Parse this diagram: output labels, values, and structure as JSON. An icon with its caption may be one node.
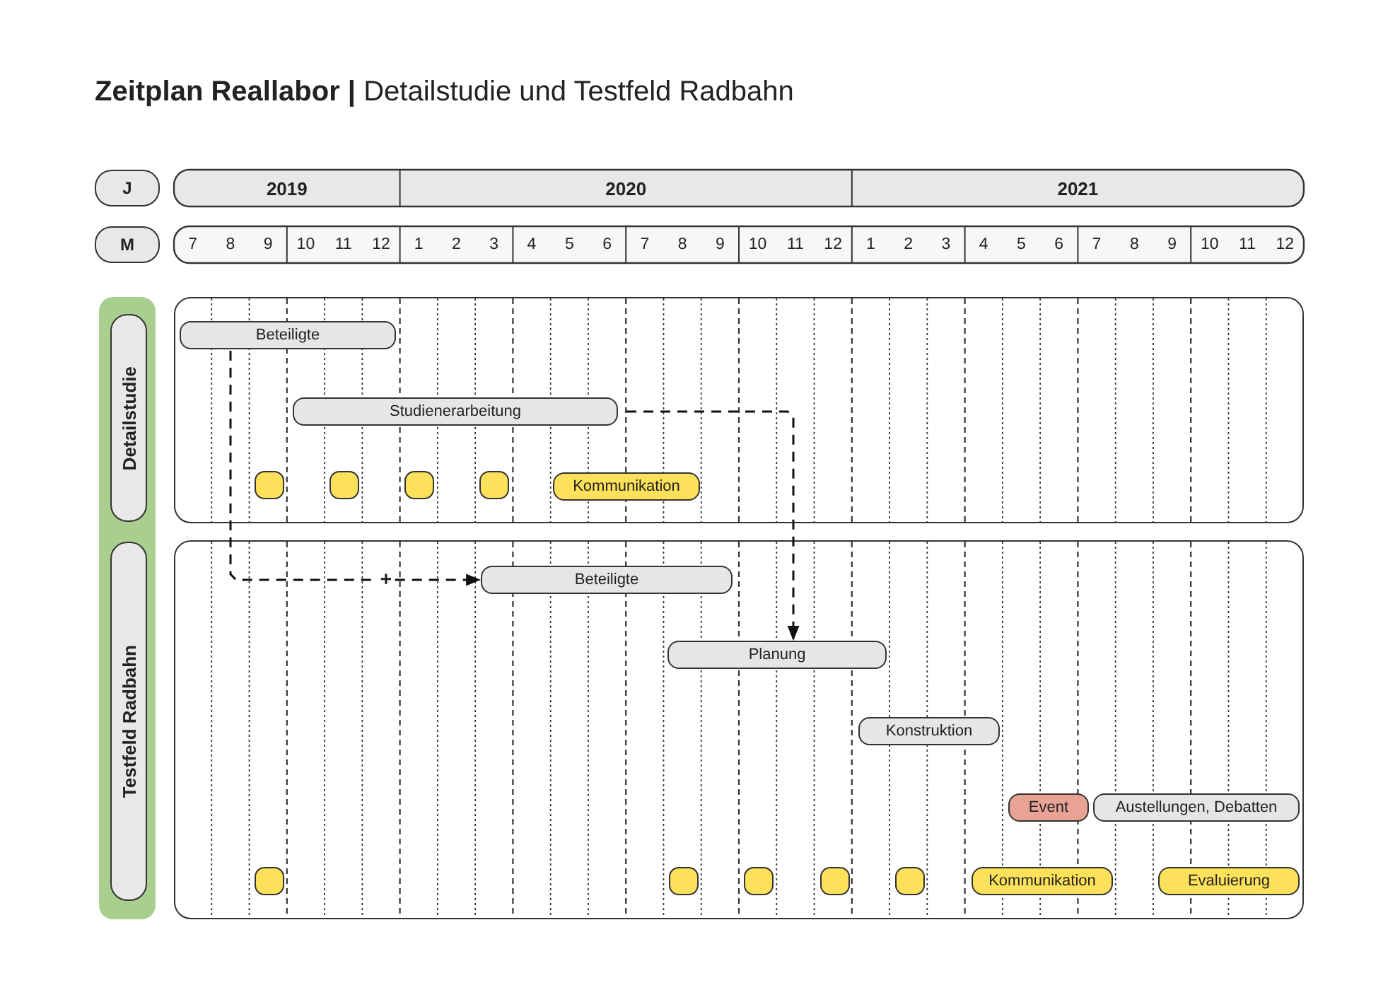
{
  "diagram": {
    "title": "**Zeitplan Reallabor |** Detailstudie und Testfeld Radbahn",
    "nodes": [
      {
        "text": [],
        "shape": "bar"
      },
      {
        "text": [
          "Detailstudie"
        ],
        "in": 0
      },
      {
        "text": [
          "Testfeld Radbahn"
        ],
        "in": 0
      },
      {
        "text": [],
        "shape": "box"
      },
      {
        "text": [
          "Beteiligte"
        ],
        "in": 3
      },
      {
        "text": [
          "Studienerarbeitung"
        ],
        "in": 3
      },
      {
        "text": [],
        "shape": "box",
        "in": 3
      },
      {
        "text": [],
        "shape": "box",
        "in": 3
      },
      {
        "text": [],
        "shape": "box",
        "in": 3
      },
      {
        "text": [],
        "shape": "box",
        "in": 3
      },
      {
        "text": [
          "Kommunikation"
        ],
        "in": 3
      },
      {
        "text": [],
        "shape": "box"
      },
      {
        "text": [
          "Beteiligte"
        ],
        "in": 11
      },
      {
        "text": [
          "Planung"
        ],
        "in": 11
      },
      {
        "text": [
          "Konstruktion"
        ],
        "in": 11
      },
      {
        "text": [
          "Event"
        ],
        "in": 11
      },
      {
        "text": [
          "Austellungen, Debatten"
        ],
        "in": 11
      },
      {
        "text": [],
        "shape": "box",
        "in": 11
      },
      {
        "text": [],
        "shape": "box",
        "in": 11
      },
      {
        "text": [],
        "shape": "box",
        "in": 11
      },
      {
        "text": [],
        "shape": "box",
        "in": 11
      },
      {
        "text": [],
        "shape": "box",
        "in": 11
      },
      {
        "text": [
          "Kommunikation"
        ],
        "in": 11
      },
      {
        "text": [
          "Evaluierung"
        ],
        "in": 11
      }
    ],
    "edges": [
      {
        "from": 4,
        "to": 12,
        "arrow": "to",
        "label": "+",
        "style": "dashed"
      },
      {
        "from": 5,
        "to": 13,
        "arrow": "to",
        "style": "dashed"
      }
    ],
    "labels": [
      "J",
      "2019",
      "2020",
      "2021",
      "M",
      "7",
      "8",
      "9",
      "10",
      "11",
      "12",
      "1",
      "2",
      "3",
      "4",
      "5",
      "6",
      "7",
      "8",
      "9",
      "10",
      "11",
      "12",
      "1",
      "2",
      "3",
      "4",
      "5",
      "6",
      "7",
      "8",
      "9",
      "10",
      "11",
      "12"
    ]
  }
}
